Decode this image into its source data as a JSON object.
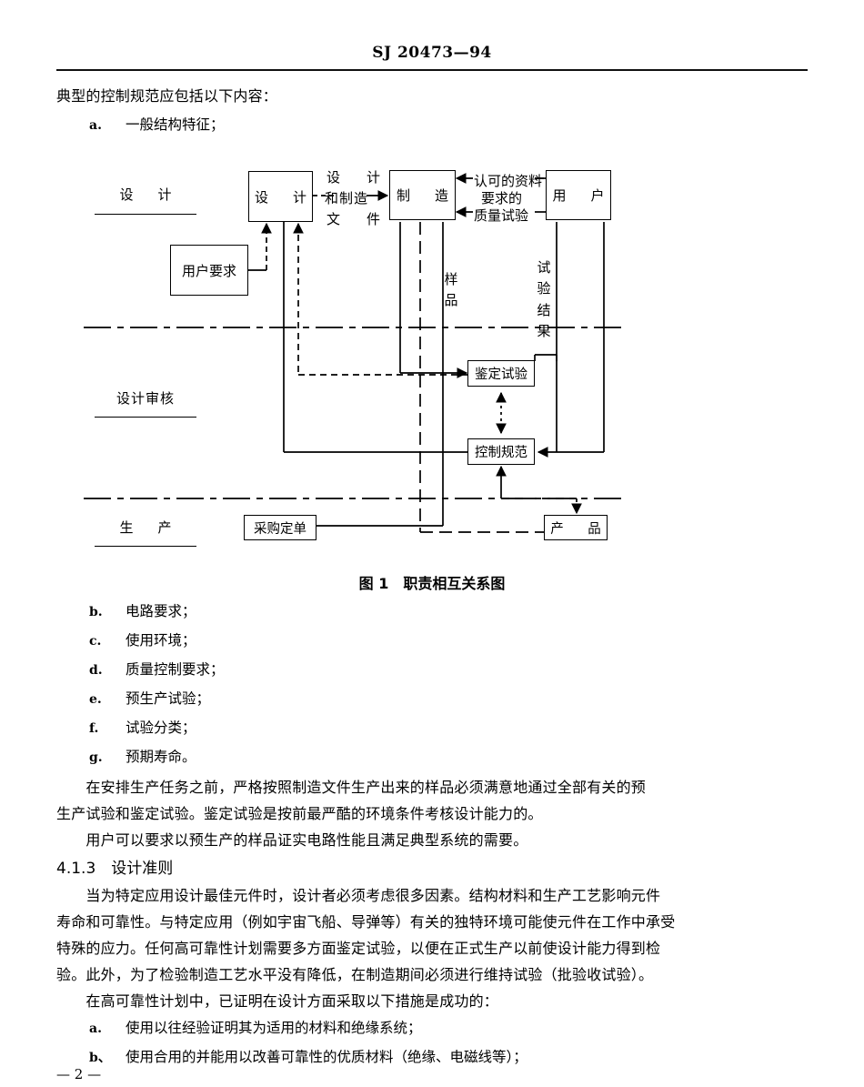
{
  "header": {
    "doc_number": "SJ 20473—94"
  },
  "intro": {
    "lead": "典型的控制规范应包括以下内容：",
    "item_a": {
      "marker": "a.",
      "text": "一般结构特征；"
    }
  },
  "figure": {
    "caption": "图 1　职责相互关系图",
    "swimlanes": [
      {
        "label": "设　计"
      },
      {
        "label": "设计审核"
      },
      {
        "label": "生　产"
      }
    ],
    "boxes": [
      {
        "id": "design",
        "label": "设　计"
      },
      {
        "id": "manufacture",
        "label": "制　造"
      },
      {
        "id": "user",
        "label": "用　户"
      },
      {
        "id": "user_req",
        "label": "用户要求"
      },
      {
        "id": "qual_test",
        "label": "鉴定试验"
      },
      {
        "id": "control_spec",
        "label": "控制规范"
      },
      {
        "id": "purchase_order",
        "label": "采购定单"
      },
      {
        "id": "product",
        "label": "产　品"
      }
    ],
    "edge_labels": [
      {
        "id": "design_mfg_doc_l1",
        "text": "设　计"
      },
      {
        "id": "design_mfg_doc_l2",
        "text": "和制造"
      },
      {
        "id": "design_mfg_doc_l3",
        "text": "文　件"
      },
      {
        "id": "approved_data",
        "text": "认可的资料"
      },
      {
        "id": "required",
        "text": "要求的"
      },
      {
        "id": "quality_test",
        "text": "质量试验"
      },
      {
        "id": "sample",
        "text": "样品"
      },
      {
        "id": "test_result",
        "text": "试验结果"
      }
    ]
  },
  "list2": [
    {
      "marker": "b.",
      "text": "电路要求；"
    },
    {
      "marker": "c.",
      "text": "使用环境；"
    },
    {
      "marker": "d.",
      "text": "质量控制要求；"
    },
    {
      "marker": "e.",
      "text": "预生产试验；"
    },
    {
      "marker": "f.",
      "text": "试验分类；"
    },
    {
      "marker": "g.",
      "text": "预期寿命。"
    }
  ],
  "para1": [
    "　　在安排生产任务之前，严格按照制造文件生产出来的样品必须满意地通过全部有关的预",
    "生产试验和鉴定试验。鉴定试验是按前最严酷的环境条件考核设计能力的。"
  ],
  "para2": [
    "　　用户可以要求以预生产的样品证实电路性能且满足典型系统的需要。"
  ],
  "section": {
    "number_title": "4.1.3　设计准则"
  },
  "para3": [
    "　　当为特定应用设计最佳元件时，设计者必须考虑很多因素。结构材料和生产工艺影响元件",
    "寿命和可靠性。与特定应用（例如宇宙飞船、导弹等）有关的独特环境可能使元件在工作中承受",
    "特殊的应力。任何高可靠性计划需要多方面鉴定试验，以便在正式生产以前使设计能力得到检",
    "验。此外，为了检验制造工艺水平没有降低，在制造期间必须进行维持试验（批验收试验）。"
  ],
  "para4": [
    "　　在高可靠性计划中，已证明在设计方面采取以下措施是成功的："
  ],
  "list3": [
    {
      "marker": "a.",
      "text": "使用以往经验证明其为适用的材料和绝缘系统；"
    },
    {
      "marker": "b、",
      "text": "使用合用的并能用以改善可靠性的优质材料（绝缘、电磁线等）；"
    }
  ],
  "footer": {
    "page_number": "— 2 —"
  },
  "colors": {
    "ink": "#000000",
    "paper": "#ffffff"
  }
}
